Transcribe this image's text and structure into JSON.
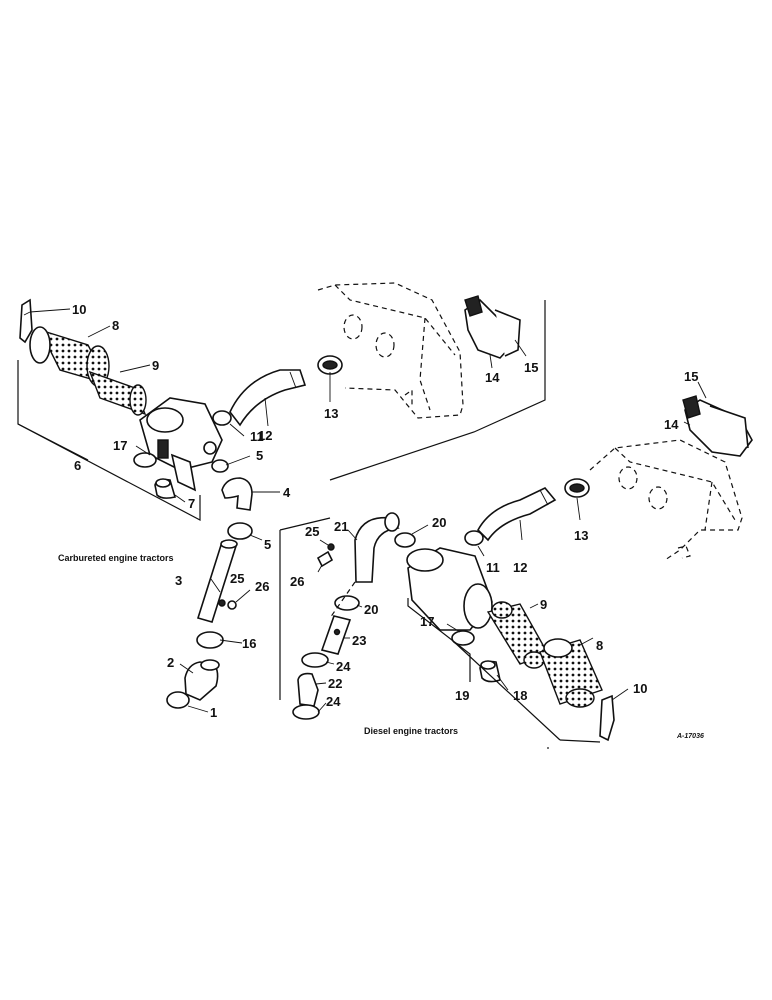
{
  "captions": {
    "carbureted": "Carbureted engine tractors",
    "diesel": "Diesel engine tractors",
    "reference": "A-17036"
  },
  "callouts": {
    "c1": "1",
    "c2": "2",
    "c3": "3",
    "c4": "4",
    "c5a": "5",
    "c5b": "5",
    "c6": "6",
    "c7": "7",
    "c8a": "8",
    "c9a": "9",
    "c10a": "10",
    "c11a": "11",
    "c12a": "12",
    "c13a": "13",
    "c14a": "14",
    "c15a": "15",
    "c16": "16",
    "c17a": "17",
    "c25a": "25",
    "c26a": "26",
    "c8b": "8",
    "c9b": "9",
    "c10b": "10",
    "c11b": "11",
    "c12b": "12",
    "c13b": "13",
    "c14b": "14",
    "c15b": "15",
    "c17b": "17",
    "c18": "18",
    "c19": "19",
    "c20a": "20",
    "c20b": "20",
    "c21": "21",
    "c22": "22",
    "c23": "23",
    "c24a": "24",
    "c24b": "24",
    "c25b": "25",
    "c26b": "26"
  }
}
